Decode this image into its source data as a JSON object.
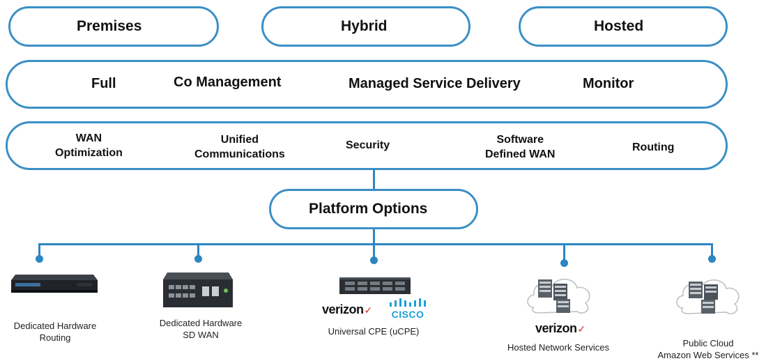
{
  "deployment": {
    "premises": "Premises",
    "hybrid": "Hybrid",
    "hosted": "Hosted"
  },
  "management": {
    "full": "Full",
    "co": "Co Management",
    "msd": "Managed Service Delivery",
    "monitor": "Monitor"
  },
  "services": {
    "wan_opt_1": "WAN",
    "wan_opt_2": "Optimization",
    "uc_1": "Unified",
    "uc_2": "Communications",
    "security": "Security",
    "sdwan_1": "Software",
    "sdwan_2": "Defined WAN",
    "routing": "Routing"
  },
  "platform": {
    "label": "Platform Options"
  },
  "options": {
    "routing_1": "Dedicated Hardware",
    "routing_2": "Routing",
    "sdwan_1": "Dedicated Hardware",
    "sdwan_2": "SD WAN",
    "ucpe": "Universal CPE (uCPE)",
    "hosted": "Hosted Network Services",
    "cloud_1": "Public Cloud",
    "cloud_2": "Amazon Web Services **"
  },
  "logos": {
    "verizon": "verizon",
    "verizon_check": "✓",
    "cisco": "CISCO"
  },
  "colors": {
    "accent": "#3b8fc6",
    "verizon_red": "#e2231a",
    "cisco_blue": "#1ba0d7"
  }
}
